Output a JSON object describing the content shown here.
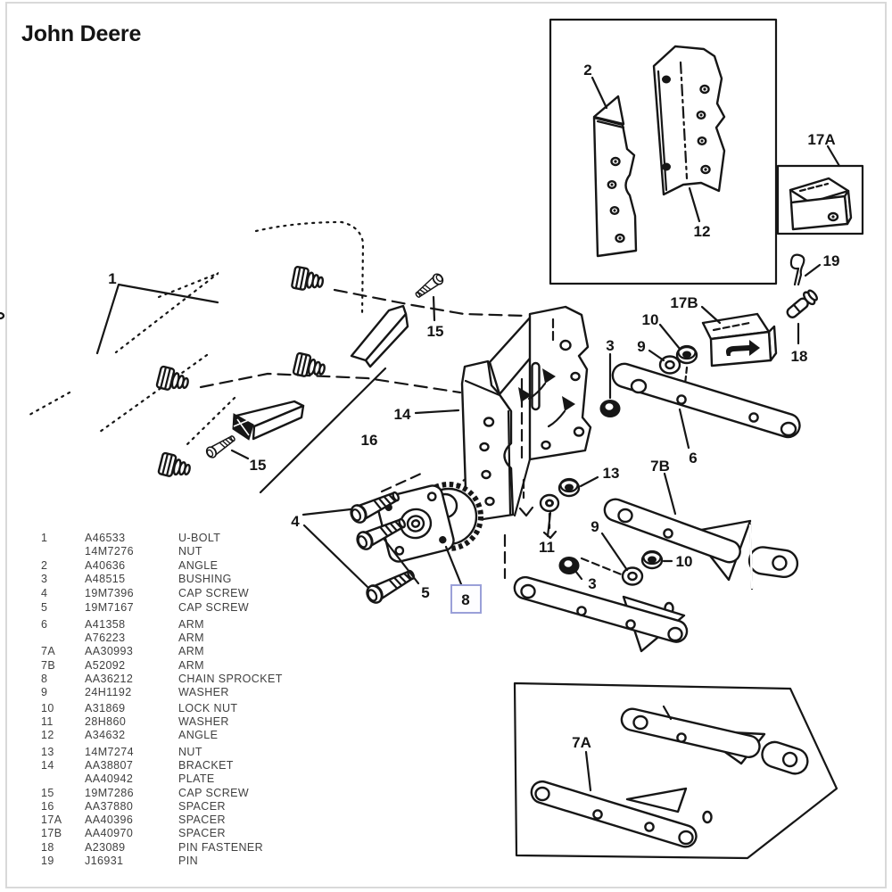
{
  "title": "John Deere",
  "diagram": {
    "highlight_color": "#9aa0d8",
    "callouts": {
      "c1": "1",
      "c2": "2",
      "c12": "12",
      "c17a": "17A",
      "c19": "19",
      "c17b": "17B",
      "c10a": "10",
      "c9a": "9",
      "c18": "18",
      "c3a": "3",
      "c14": "14",
      "c16": "16",
      "c15a": "15",
      "c15b": "15",
      "c6": "6",
      "c7b": "7B",
      "c13": "13",
      "c11": "11",
      "c9b": "9",
      "c10b": "10",
      "c3b": "3",
      "c4": "4",
      "c5": "5",
      "c8": "8",
      "c7a": "7A"
    }
  },
  "parts_list": {
    "rows": [
      {
        "ref": "1",
        "part": "A46533",
        "desc": "U-BOLT"
      },
      {
        "ref": "",
        "part": "14M7276",
        "desc": "NUT"
      },
      {
        "ref": "2",
        "part": "A40636",
        "desc": "ANGLE"
      },
      {
        "ref": "3",
        "part": "A48515",
        "desc": "BUSHING"
      },
      {
        "ref": "4",
        "part": "19M7396",
        "desc": "CAP SCREW"
      },
      {
        "ref": "5",
        "part": "19M7167",
        "desc": "CAP SCREW"
      },
      {
        "ref": "6",
        "part": "A41358",
        "desc": "ARM"
      },
      {
        "ref": "",
        "part": "A76223",
        "desc": "ARM"
      },
      {
        "ref": "7A",
        "part": "AA30993",
        "desc": "ARM"
      },
      {
        "ref": "7B",
        "part": "A52092",
        "desc": "ARM"
      },
      {
        "ref": "8",
        "part": "AA36212",
        "desc": "CHAIN SPROCKET"
      },
      {
        "ref": "9",
        "part": "24H1192",
        "desc": "WASHER"
      },
      {
        "ref": "10",
        "part": "A31869",
        "desc": "LOCK NUT"
      },
      {
        "ref": "11",
        "part": "28H860",
        "desc": "WASHER"
      },
      {
        "ref": "12",
        "part": "A34632",
        "desc": "ANGLE"
      },
      {
        "ref": "13",
        "part": "14M7274",
        "desc": "NUT"
      },
      {
        "ref": "14",
        "part": "AA38807",
        "desc": "BRACKET"
      },
      {
        "ref": "",
        "part": "AA40942",
        "desc": "PLATE"
      },
      {
        "ref": "15",
        "part": "19M7286",
        "desc": "CAP SCREW"
      },
      {
        "ref": "16",
        "part": "AA37880",
        "desc": "SPACER"
      },
      {
        "ref": "17A",
        "part": "AA40396",
        "desc": "SPACER"
      },
      {
        "ref": "17B",
        "part": "AA40970",
        "desc": "SPACER"
      },
      {
        "ref": "18",
        "part": "A23089",
        "desc": "PIN FASTENER"
      },
      {
        "ref": "19",
        "part": "J16931",
        "desc": "PIN"
      }
    ]
  }
}
